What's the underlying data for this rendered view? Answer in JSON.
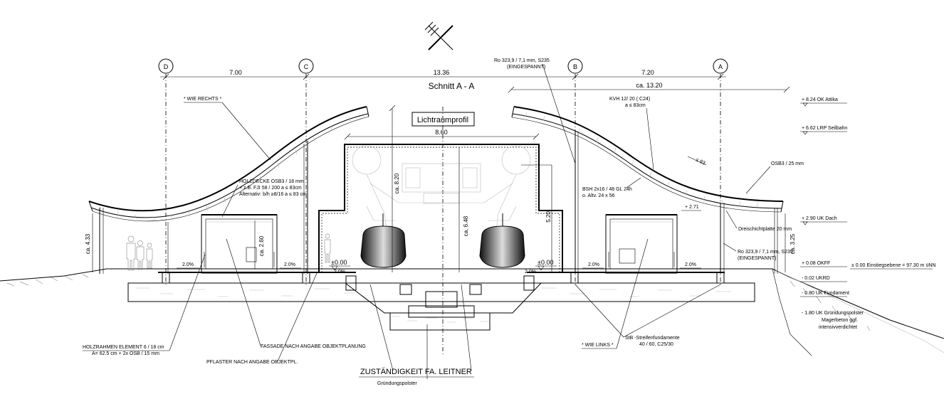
{
  "section": {
    "title": "Schnitt  A - A",
    "clearance_profile": "Lichtraumprofil"
  },
  "grid_axes": [
    "D",
    "C",
    "B",
    "A"
  ],
  "dimensions": {
    "overall": "13.36",
    "left_span": "7.00",
    "right_span": "7.20",
    "right_ca": "ca.  13.20",
    "profile_width": "8.60",
    "profile_height": "ca. 8.20",
    "inner_height": "ca. 6.48",
    "right_height": "5.20",
    "left_room_height": "ca. 4.33",
    "room_height": "ca. 2.60",
    "right_room_height": "ca. 3.25",
    "plus_271": "+ 2.71",
    "roof_angle": "≤ 83"
  },
  "levels": {
    "pm_left": "±0.00",
    "pm_right": "±0.00",
    "attika": "+ 8.24 OK Attika",
    "lrp": "+ 6.62 LRP Seilbahn",
    "uk_dach": "+ 2.90 UK Dach",
    "okff": "+ 0.08 OKFF",
    "ukrd": "- 0.02 UKRD",
    "uk_fundament": "- 0.80 UK Fundament",
    "einstieg": "± 0.00 Einstiegsebene = 97.30 m üNN",
    "grund_1": "- 1.80 UK Gründungspolster",
    "grund_2": "Magerbeton ggf.",
    "grund_3": "intensivverdichtet"
  },
  "slopes": {
    "s1": "2.0%",
    "s2": "2.0%",
    "s3": "2.0%",
    "s4": "2.0%",
    "s5": "2.0%",
    "s6": "2.0%"
  },
  "annotations": {
    "wie_rechts": "* WIE RECHTS *",
    "wie_links": "* WIE LINKS *",
    "holzdecke_1": "HOLZDECKE OSB3 / 18 mm",
    "holzdecke_2": "+ z.B. FJI 58 / 200 a ≤ 83cm",
    "holzdecke_3": "Alternativ: b/h ≥8/16 a ≤ 83 cm",
    "ro_top_1": "Ro 323,9 / 7,1 mm, S235",
    "ro_top_2": "(EINGESPANNT)",
    "kvh_1": "KVH 12/ 20  ( C24)",
    "kvh_2": "a ≤ 83cm",
    "osb_right": "OSB3 / 25 mm",
    "bsh_1": "BSH 2x16 / 48 GL 24h",
    "bsh_2": "o. Altv. 24 x 56",
    "dreischicht": "Dreischichtplatte 20 mm",
    "ro_right_1": "Ro 323,9 / 7,1 mm, S235",
    "ro_right_2": "(EINGESPANNT)",
    "holzrahmen_1": "HOLZRAHMEN ELEMENT 6 / 18 cm",
    "holzrahmen_2": "A= 62.5 cm + 2x OSB / 15 mm",
    "fassade": "FASSADE NACH ANGABE OBJEKTPLANUNG",
    "pflaster": "PFLASTER NACH ANGABE OBJEKTPL.",
    "stb_1": "StB -Streifenfundamente",
    "stb_2": "40 / 60,  C25/30",
    "zustaendig": "ZUSTÄNDIGKEIT FA. LEITNER",
    "gruendung": "Gründungspolster"
  }
}
